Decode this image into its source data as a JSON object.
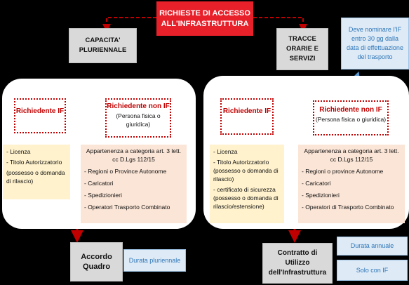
{
  "header": {
    "title": "RICHIESTE DI ACCESSO ALL'INFRASTRUTTURA"
  },
  "branches": {
    "left": "CAPACITA' PLURIENNALE",
    "right": "TRACCE ORARIE E SERVIZI"
  },
  "note_top": "Deve nominare l'IF entro 30 gg dalla data di effettuazione del trasporto",
  "left_panel": {
    "req_if": "Richiedente IF",
    "req_non_if": "Richiedente non IF",
    "req_non_if_sub": "(Persona fisica o giuridica)",
    "if_items": [
      "- Licenza",
      "- Titolo Autorizzatorio",
      "(possesso o domanda di rilascio)"
    ],
    "non_if_items": [
      "Appartenenza a categoria  art. 3 lett. cc D.Lgs  112/15",
      "- Regioni o Province Autonome",
      "- Caricatori",
      "- Spedizionieri",
      "- Operatori Trasporto Combinato"
    ]
  },
  "right_panel": {
    "req_if": "Richiedente IF",
    "req_non_if": "Richiedente non IF",
    "req_non_if_sub": "(Persona fisica o giuridica)",
    "if_items": [
      "- Licenza",
      "- Titolo Autorizzatorio (possesso o domanda di rilascio)",
      "- certificato di sicurezza (possesso o domanda di rilascio/estensione)"
    ],
    "non_if_items": [
      "Appartenenza a categoria  art. 3 lett. cc D.Lgs  112/15",
      "- Regioni o province Autonome",
      "- Caricatori",
      "- Spedizionieri",
      "- Operatori di Trasporto Combinato"
    ]
  },
  "results": {
    "left": "Accordo Quadro",
    "left_note": "Durata pluriennale",
    "right": "Contratto di Utilizzo dell'Infrastruttura",
    "right_note_1": "Durata annuale",
    "right_note_2": "Solo con IF"
  },
  "colors": {
    "accent": "#e8202a",
    "arrow": "#c00000",
    "note_text": "#2e75b6"
  }
}
